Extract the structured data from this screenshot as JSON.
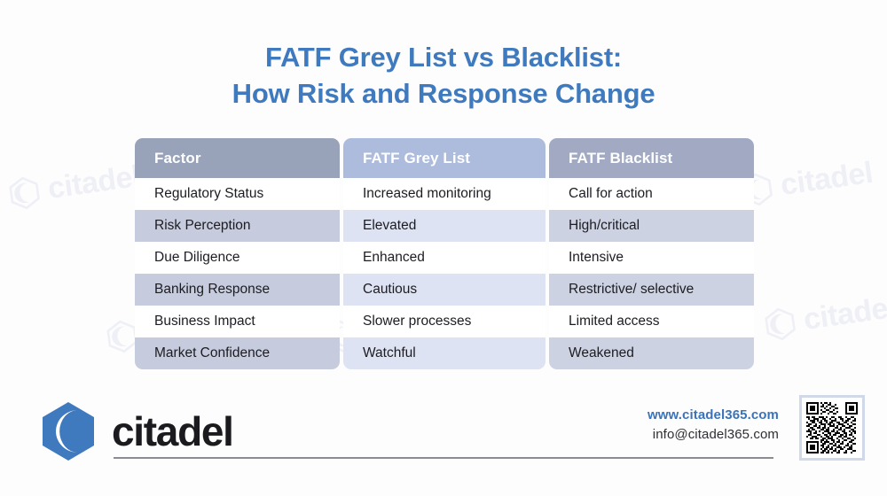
{
  "title": {
    "line1": "FATF Grey List vs Blacklist:",
    "line2": "How Risk and Response Change",
    "color": "#3f7abe"
  },
  "table": {
    "headers": [
      "Factor",
      "FATF Grey List",
      "FATF Blacklist"
    ],
    "header_colors": [
      "#98a2b9",
      "#adbcdc",
      "#a2aac3"
    ],
    "row_shade_colors": [
      "#c6ccdd",
      "#dde3f2",
      "#cdd2e2"
    ],
    "rows": [
      [
        "Regulatory Status",
        "Increased monitoring",
        "Call for action"
      ],
      [
        "Risk Perception",
        "Elevated",
        "High/critical"
      ],
      [
        "Due Diligence",
        "Enhanced",
        "Intensive"
      ],
      [
        "Banking Response",
        "Cautious",
        "Restrictive/ selective"
      ],
      [
        "Business Impact",
        "Slower processes",
        "Limited access"
      ],
      [
        "Market Confidence",
        "Watchful",
        "Weakened"
      ]
    ]
  },
  "footer": {
    "brand_name": "citadel",
    "website": "www.citadel365.com",
    "email": "info@citadel365.com",
    "website_color": "#3b73b8",
    "logo_color": "#3f7abe",
    "qr_label": "qr-code"
  },
  "watermark": {
    "text": "citadel"
  }
}
